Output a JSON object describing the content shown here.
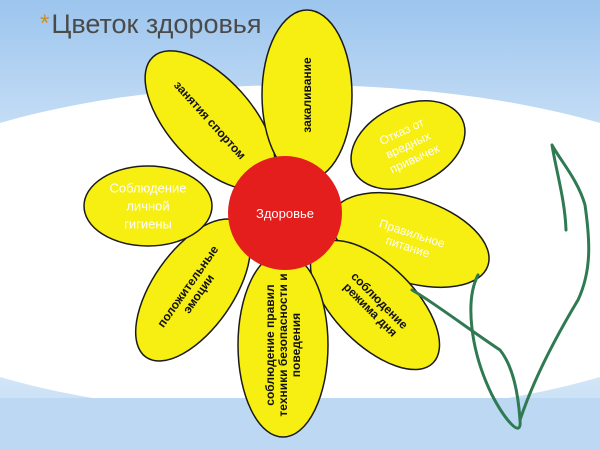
{
  "slide": {
    "title_bullet": "*",
    "title": "Цветок здоровья"
  },
  "flower": {
    "center_label": "Здоровье",
    "petals": [
      {
        "name": "petal-sport",
        "lines": [
          "занятия спортом"
        ]
      },
      {
        "name": "petal-hardening",
        "lines": [
          "закаливание"
        ]
      },
      {
        "name": "petal-no-bad-habits",
        "lines": [
          "Отказ от",
          "вредных",
          "привычек"
        ]
      },
      {
        "name": "petal-nutrition",
        "lines": [
          "Правильное",
          "питание"
        ]
      },
      {
        "name": "petal-daily-routine",
        "lines": [
          "соблюдение",
          "режима дня"
        ]
      },
      {
        "name": "petal-safety-rules",
        "lines": [
          "соблюдение правил",
          "техники безопасности и",
          "поведения"
        ]
      },
      {
        "name": "petal-emotions",
        "lines": [
          "положительные",
          "эмоции"
        ]
      },
      {
        "name": "petal-hygiene",
        "lines": [
          "Соблюдение",
          "личной",
          "гигиены"
        ]
      }
    ]
  },
  "colors": {
    "sky_top": "#a9cdf0",
    "sky_light": "#e8f2fc",
    "petal_fill": "#f7ee12",
    "petal_stroke": "#1a1a1a",
    "center_fill": "#e41d1d",
    "stem": "#2f7a52",
    "title_text": "#4a4a4a",
    "title_bullet": "#c8902a"
  }
}
